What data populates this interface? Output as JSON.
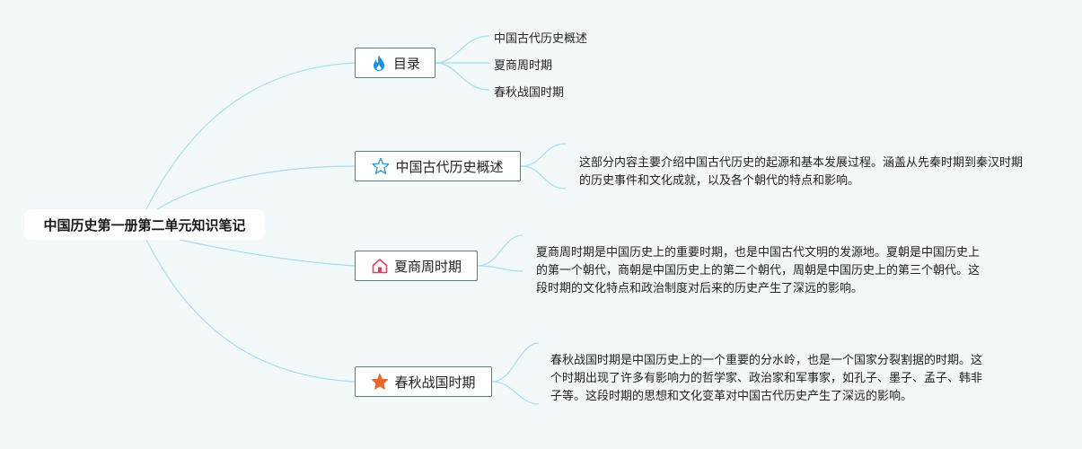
{
  "root": {
    "title": "中国历史第一册第二单元知识笔记"
  },
  "branches": [
    {
      "label": "目录",
      "icon": "flame-icon",
      "icon_color": "#1f8fe0",
      "children": [
        "中国古代历史概述",
        "夏商周时期",
        "春秋战国时期"
      ]
    },
    {
      "label": "中国古代历史概述",
      "icon": "star-outline-icon",
      "icon_color": "#3aa0d6",
      "note": "这部分内容主要介绍中国古代历史的起源和基本发展过程。涵盖从先秦时期到秦汉时期的历史事件和文化成就，以及各个朝代的特点和影响。"
    },
    {
      "label": "夏商周时期",
      "icon": "house-icon",
      "icon_color": "#d9435c",
      "note": "夏商周时期是中国历史上的重要时期，也是中国古代文明的发源地。夏朝是中国历史上的第一个朝代，商朝是中国历史上的第二个朝代，周朝是中国历史上的第三个朝代。这段时期的文化特点和政治制度对后来的历史产生了深远的影响。"
    },
    {
      "label": "春秋战国时期",
      "icon": "star-filled-icon",
      "icon_color": "#e8662e",
      "note": "春秋战国时期是中国历史上的一个重要的分水岭，也是一个国家分裂割据的时期。这个时期出现了许多有影响力的哲学家、政治家和军事家，如孔子、墨子、孟子、韩非子等。这段时期的思想和文化变革对中国古代历史产生了深远的影响。"
    }
  ],
  "colors": {
    "background": "#f3f9fa",
    "connector": "#a9dcec",
    "node_border": "#5a7f74"
  }
}
